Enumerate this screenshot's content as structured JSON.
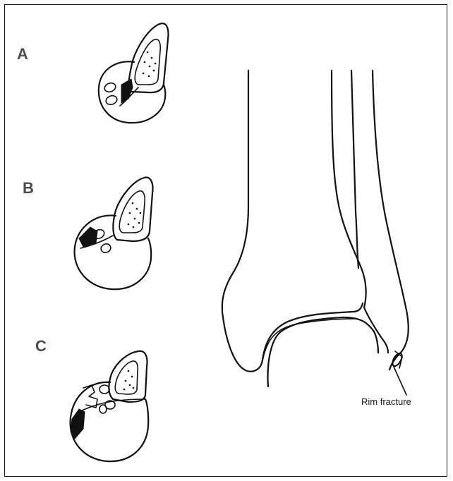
{
  "panels": [
    {
      "label": "A"
    },
    {
      "label": "B"
    },
    {
      "label": "C"
    }
  ],
  "annotation": {
    "text": "Rim fracture"
  },
  "colors": {
    "ink": "#111111",
    "label_gray": "#4d4d4d",
    "background": "#ffffff"
  }
}
